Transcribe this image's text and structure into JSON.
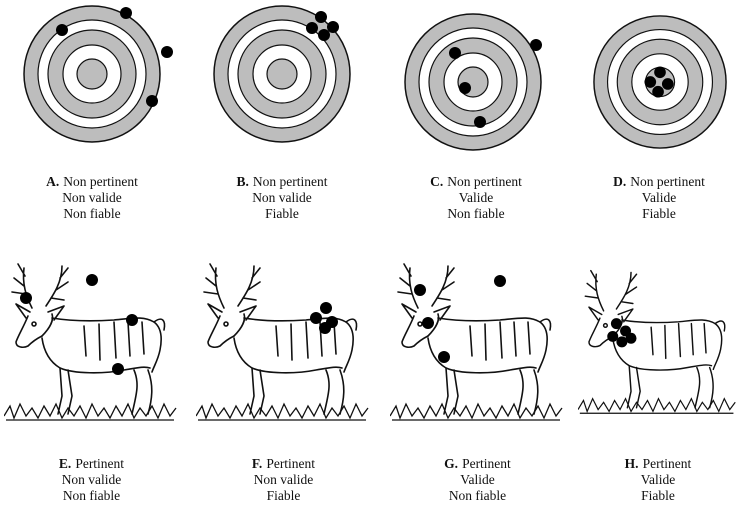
{
  "top_row": [
    {
      "letter": "A.",
      "line1": "Non pertinent",
      "line2": "Non valide",
      "line3": "Non fiable",
      "shots": "scattered-wide"
    },
    {
      "letter": "B.",
      "line1": "Non pertinent",
      "line2": "Non valide",
      "line3": "Fiable",
      "shots": "tight-off-center"
    },
    {
      "letter": "C.",
      "line1": "Non pertinent",
      "line2": "Valide",
      "line3": "Non fiable",
      "shots": "scattered-around-center"
    },
    {
      "letter": "D.",
      "line1": "Non pertinent",
      "line2": "Valide",
      "line3": "Fiable",
      "shots": "tight-center"
    }
  ],
  "bottom_row": [
    {
      "letter": "E.",
      "line1": "Pertinent",
      "line2": "Non valide",
      "line3": "Non fiable",
      "shots": "scattered-wide"
    },
    {
      "letter": "F.",
      "line1": "Pertinent",
      "line2": "Non valide",
      "line3": "Fiable",
      "shots": "tight-off-vital-zone"
    },
    {
      "letter": "G.",
      "line1": "Pertinent",
      "line2": "Valide",
      "line3": "Non fiable",
      "shots": "scattered-around-vital-zone"
    },
    {
      "letter": "H.",
      "line1": "Pertinent",
      "line2": "Valide",
      "line3": "Fiable",
      "shots": "tight-vital-zone"
    }
  ],
  "colors": {
    "ring": "#bdbdbd",
    "paper": "#ffffff",
    "ink": "#111111"
  },
  "icons": {
    "target": "bullseye-icon",
    "deer": "deer-icon"
  }
}
